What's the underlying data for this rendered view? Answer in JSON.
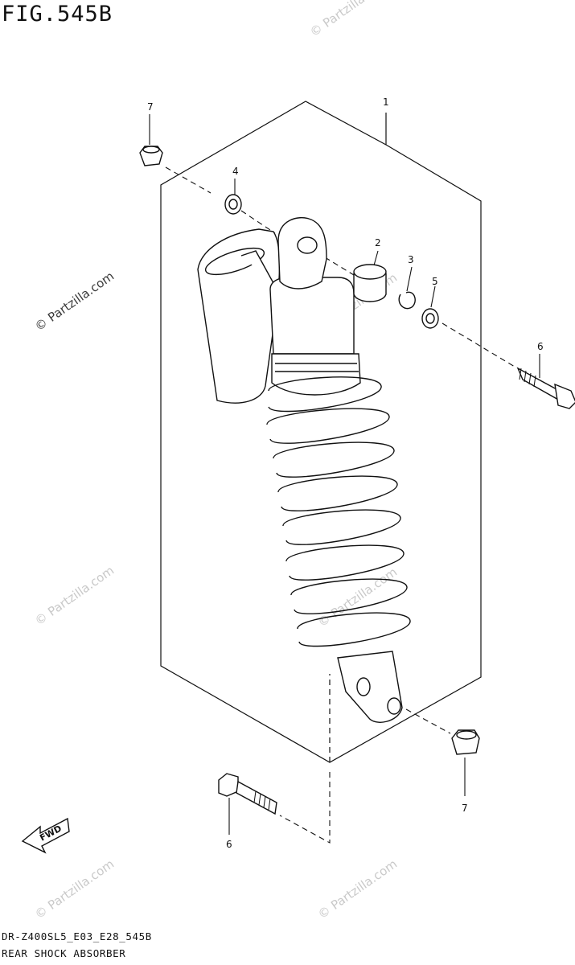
{
  "figure": {
    "title": "FIG.545B",
    "model_code": "DR-Z400SL5_E03_E28_545B",
    "part_name": "REAR SHOCK ABSORBER"
  },
  "callouts": [
    "1",
    "2",
    "3",
    "4",
    "5",
    "6",
    "6",
    "7",
    "7"
  ],
  "fwd_label": "FWD",
  "watermark": "© Partzilla.com"
}
